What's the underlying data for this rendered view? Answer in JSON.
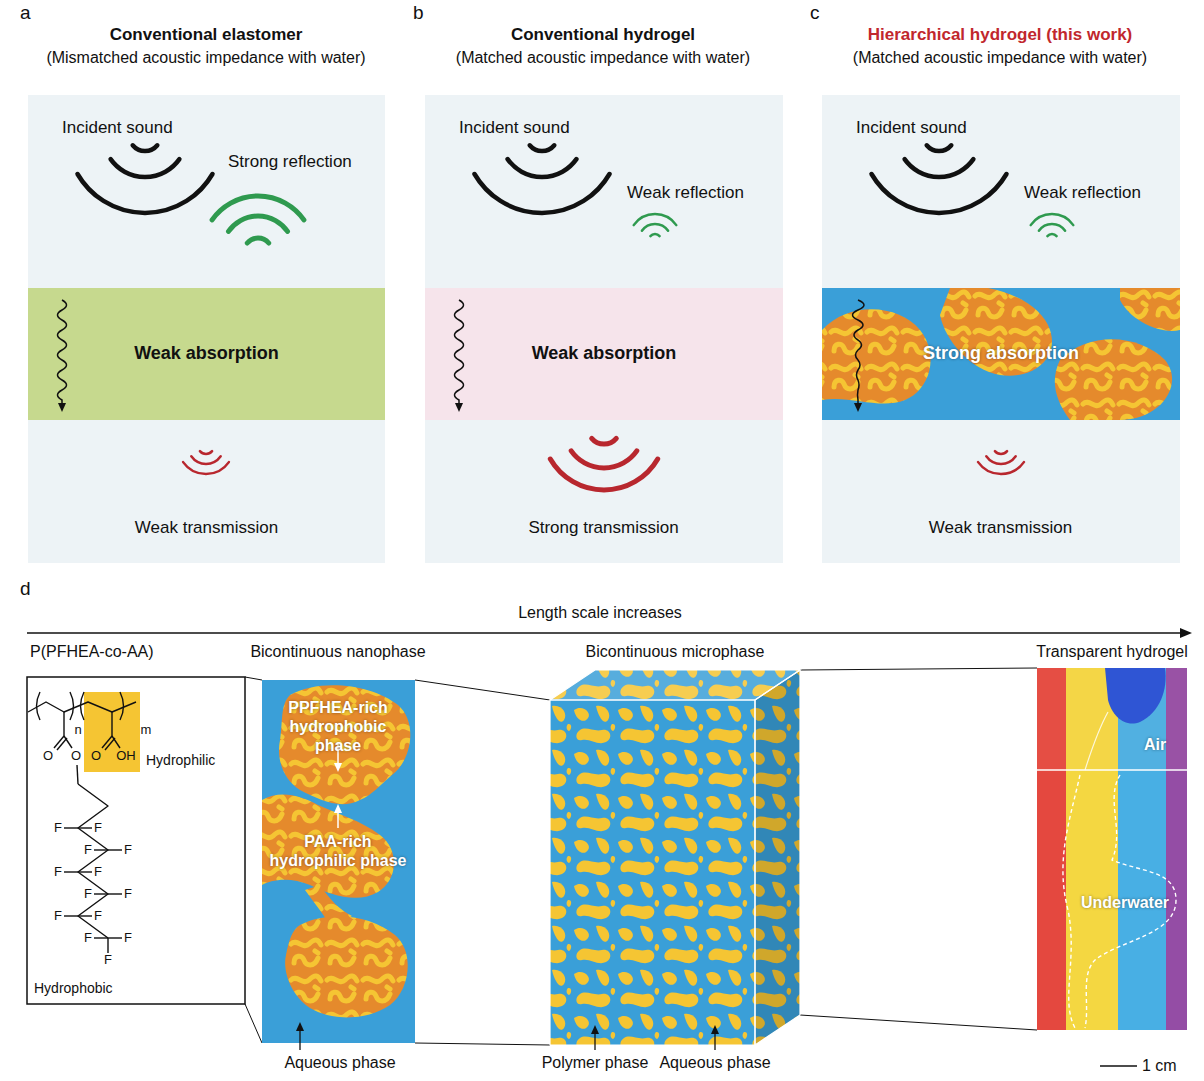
{
  "diagram": {
    "nodes": [
      {
        "text": [
          "Conventional elastomer",
          "(Mismatched acoustic impedance with water)",
          "Incident sound",
          "Strong reflection",
          "Weak transmission"
        ]
      },
      {
        "text": [
          "Weak absorption"
        ],
        "in": 0
      },
      {
        "text": [
          "Conventional hydrogel",
          "(Matched acoustic impedance with water)",
          "Incident sound",
          "Weak reflection",
          "Strong transmission"
        ]
      },
      {
        "text": [
          "Weak absorption"
        ],
        "in": 2
      },
      {
        "text": [
          "Hierarchical hydrogel (this work)",
          "(Matched acoustic impedance with water)",
          "Incident sound",
          "Weak reflection",
          "Weak transmission"
        ]
      },
      {
        "text": [
          "Strong absorption"
        ],
        "in": 4
      },
      {
        "text": [
          "P(PFHEA-co-AA)",
          "Hydrophilic",
          "Hydrophobic"
        ]
      },
      {
        "text": [
          "Bicontinuous nanophase",
          "PPFHEA-rich hydrophobic phase",
          "PAA-rich hydrophilic phase",
          "Aqueous phase"
        ]
      },
      {
        "text": [
          "Bicontinuous microphase",
          "Polymer phase",
          "Aqueous phase"
        ]
      },
      {
        "text": [
          "Transparent hydrogel",
          "Air",
          "Underwater"
        ]
      }
    ],
    "labels": [
      "a",
      "b",
      "c",
      "d",
      "Length scale increases",
      "O",
      "O",
      "O",
      "OH",
      "n",
      "m",
      "F",
      "F",
      "F",
      "F",
      "F",
      "F",
      "F",
      "F",
      "F",
      "F",
      "F",
      "F",
      "F",
      "1 cm"
    ]
  }
}
